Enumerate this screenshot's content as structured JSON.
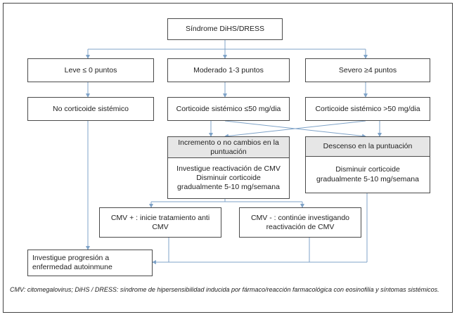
{
  "root": "Síndrome DiHS/DRESS",
  "severity": {
    "mild": "Leve ≤ 0 puntos",
    "moderate": "Moderado 1-3 puntos",
    "severe": "Severo ≥4 puntos"
  },
  "treatment": {
    "mild": "No corticoide sistémico",
    "moderate": "Corticoide sistémico ≤50 mg/dia",
    "severe": "Corticoide sistémico >50 mg/dia"
  },
  "increase": {
    "heading": "Incremento o no cambios en la puntuación",
    "lines": [
      "Investigue reactivación de CMV",
      "Disminuir corticoide",
      "gradualmente 5-10 mg/semana"
    ]
  },
  "decrease": {
    "heading": "Descenso en la puntuación",
    "lines": [
      "Disminuir corticoide",
      "gradualmente 5-10 mg/semana"
    ]
  },
  "cmv_pos": "CMV + : inicie tratamiento anti CMV",
  "cmv_neg": "CMV - : continúe investigando reactivación de CMV",
  "autoimmune": "Investigue progresión a enfermedad autoinmune",
  "caption": "CMV: citomegalovirus; DiHS / DRESS: síndrome de hipersensibilidad inducida por fármaco/reacción farmacológica con eosinofilia y síntomas sistémicos."
}
